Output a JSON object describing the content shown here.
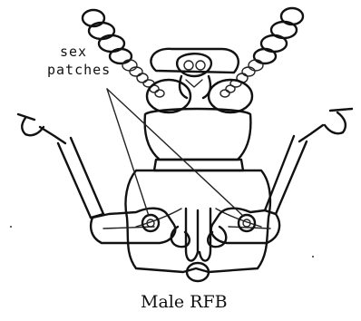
{
  "figure": {
    "subject": "Male RFB",
    "caption": "Male RFB",
    "annotation": {
      "line1": "sex",
      "line2": "patches"
    },
    "colors": {
      "ink": "#111111",
      "background": "#ffffff"
    }
  }
}
